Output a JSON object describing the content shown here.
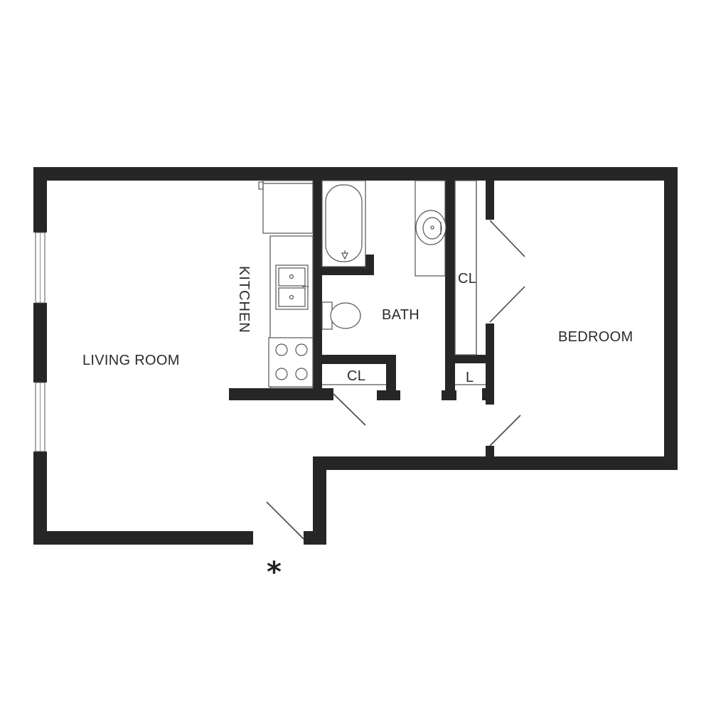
{
  "rooms": {
    "living_room": "LIVING ROOM",
    "kitchen": "KITCHEN",
    "bath": "BATH",
    "bath_closet": "CL",
    "bedroom_closet": "CL",
    "linen": "L",
    "bedroom": "BEDROOM"
  },
  "entry_marker": "*",
  "colors": {
    "wall": "#262626",
    "background": "#ffffff",
    "text": "#2b2b2b"
  }
}
